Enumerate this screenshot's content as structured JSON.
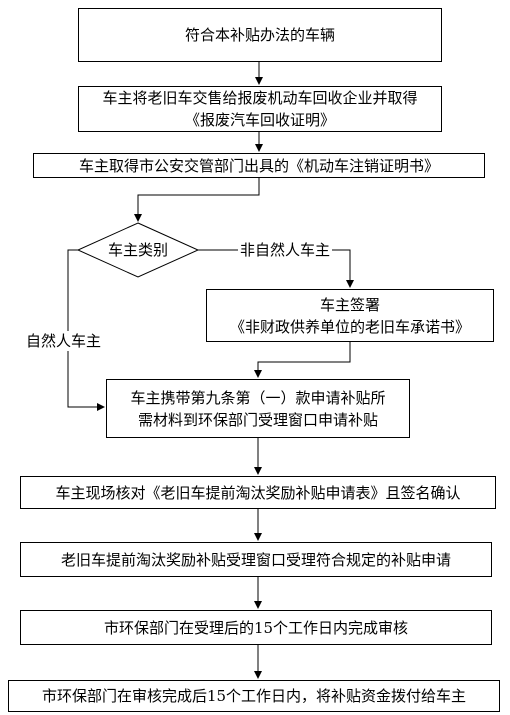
{
  "flowchart": {
    "step_eligible": "符合本补贴办法的车辆",
    "step_sell_line1": "车主将老旧车交售给报废机动车回收企业并取得",
    "step_sell_line2": "《报废汽车回收证明》",
    "step_deregister": "车主取得市公安交管部门出具的《机动车注销证明书》",
    "decision_owner_type": "车主类别",
    "branch_non_natural": "非自然人车主",
    "branch_natural": "自然人车主",
    "step_sign_line1": "车主签署",
    "step_sign_line2": "《非财政供养单位的老旧车承诺书》",
    "step_apply_line1": "车主携带第九条第（一）款申请补贴所",
    "step_apply_line2": "需材料到环保部门受理窗口申请补贴",
    "step_verify": "车主现场核对《老旧车提前淘汰奖励补贴申请表》且签名确认",
    "step_accept": "老旧车提前淘汰奖励补贴受理窗口受理符合规定的补贴申请",
    "step_review": "市环保部门在受理后的15个工作日内完成审核",
    "step_payment": "市环保部门在审核完成后15个工作日内，将补贴资金拨付给车主"
  }
}
